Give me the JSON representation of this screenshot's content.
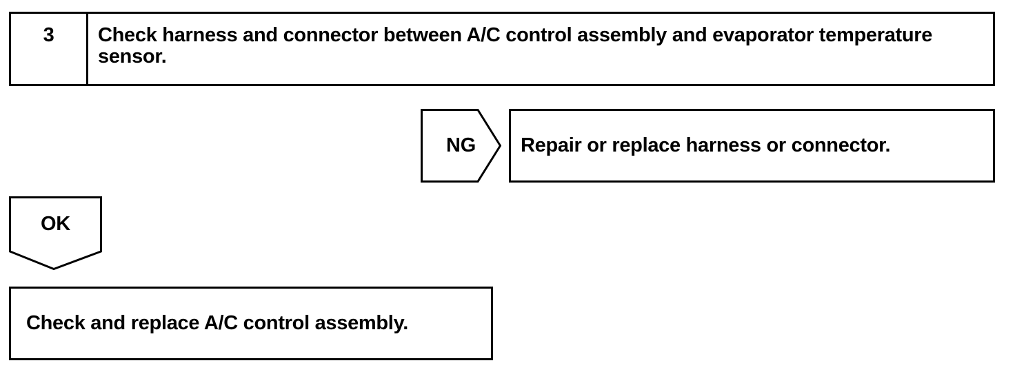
{
  "colors": {
    "background": "#ffffff",
    "line": "#000000",
    "text": "#000000"
  },
  "step_box": {
    "number": "3",
    "instruction": "Check harness and connector between A/C control assembly and evaporator temperature sensor."
  },
  "ng_branch": {
    "label": "NG",
    "action": "Repair or replace harness or connector."
  },
  "ok_branch": {
    "label": "OK",
    "action": "Check and replace A/C control assembly."
  }
}
